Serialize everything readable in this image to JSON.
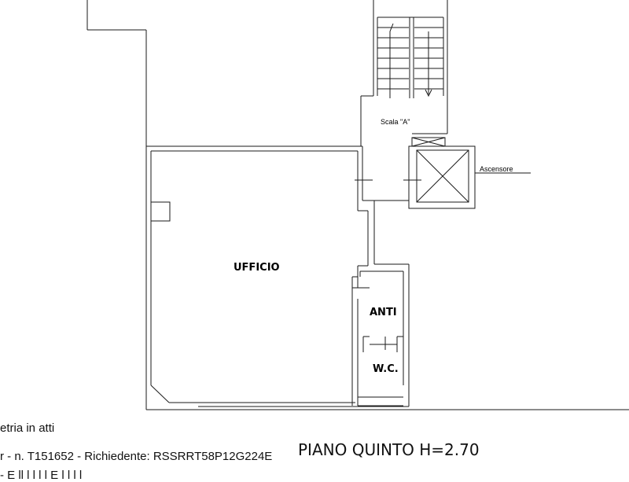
{
  "plan": {
    "rooms": {
      "office": "UFFICIO",
      "anteroom": "ANTI",
      "wc": "W.C."
    },
    "stair_label": "Scala \"A\"",
    "elevator_label": "Ascensore"
  },
  "footer": {
    "floor_title": "PIANO QUINTO H=2.70",
    "line1": "etria in atti",
    "line2": "r - n. T151652 - Richiedente: RSSRRT58P12G224E",
    "line3": "-   E          ll        l l l l                  E                           l l l l"
  },
  "colors": {
    "lines": "#1a1a1a",
    "background": "#ffffff"
  }
}
